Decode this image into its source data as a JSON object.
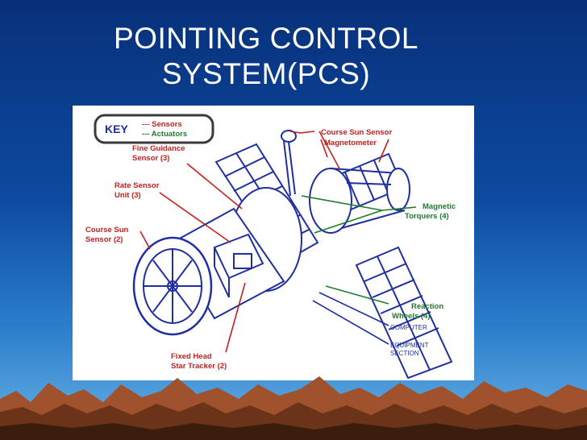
{
  "slide": {
    "title_line1": "POINTING CONTROL",
    "title_line2": "SYSTEM(PCS)"
  },
  "key": {
    "title": "KEY",
    "sensors_label": "--- Sensors",
    "actuators_label": "--- Actuators"
  },
  "labels": {
    "fine_guidance_1": "Fine Guidance",
    "fine_guidance_2": "Sensor (3)",
    "rate_sensor_1": "Rate Sensor",
    "rate_sensor_2": "Unit (3)",
    "course_sun_left_1": "Course Sun",
    "course_sun_left_2": "Sensor (2)",
    "fixed_head_1": "Fixed Head",
    "fixed_head_2": "Star Tracker (2)",
    "course_sun_top": "Course Sun Sensor",
    "magnetometer": "Magnetometer",
    "magnetic_torquers_1": "Magnetic",
    "magnetic_torquers_2": "Torquers (4)",
    "reaction_wheels_1": "Reaction",
    "reaction_wheels_2": "Wheels (4)",
    "computer": "COMPUTER",
    "equipment_1": "EQUIPMENT",
    "equipment_2": "SECTION"
  },
  "colors": {
    "sensor": "#c0201e",
    "actuator": "#1f7a2e",
    "structure": "#1f2fa0"
  }
}
